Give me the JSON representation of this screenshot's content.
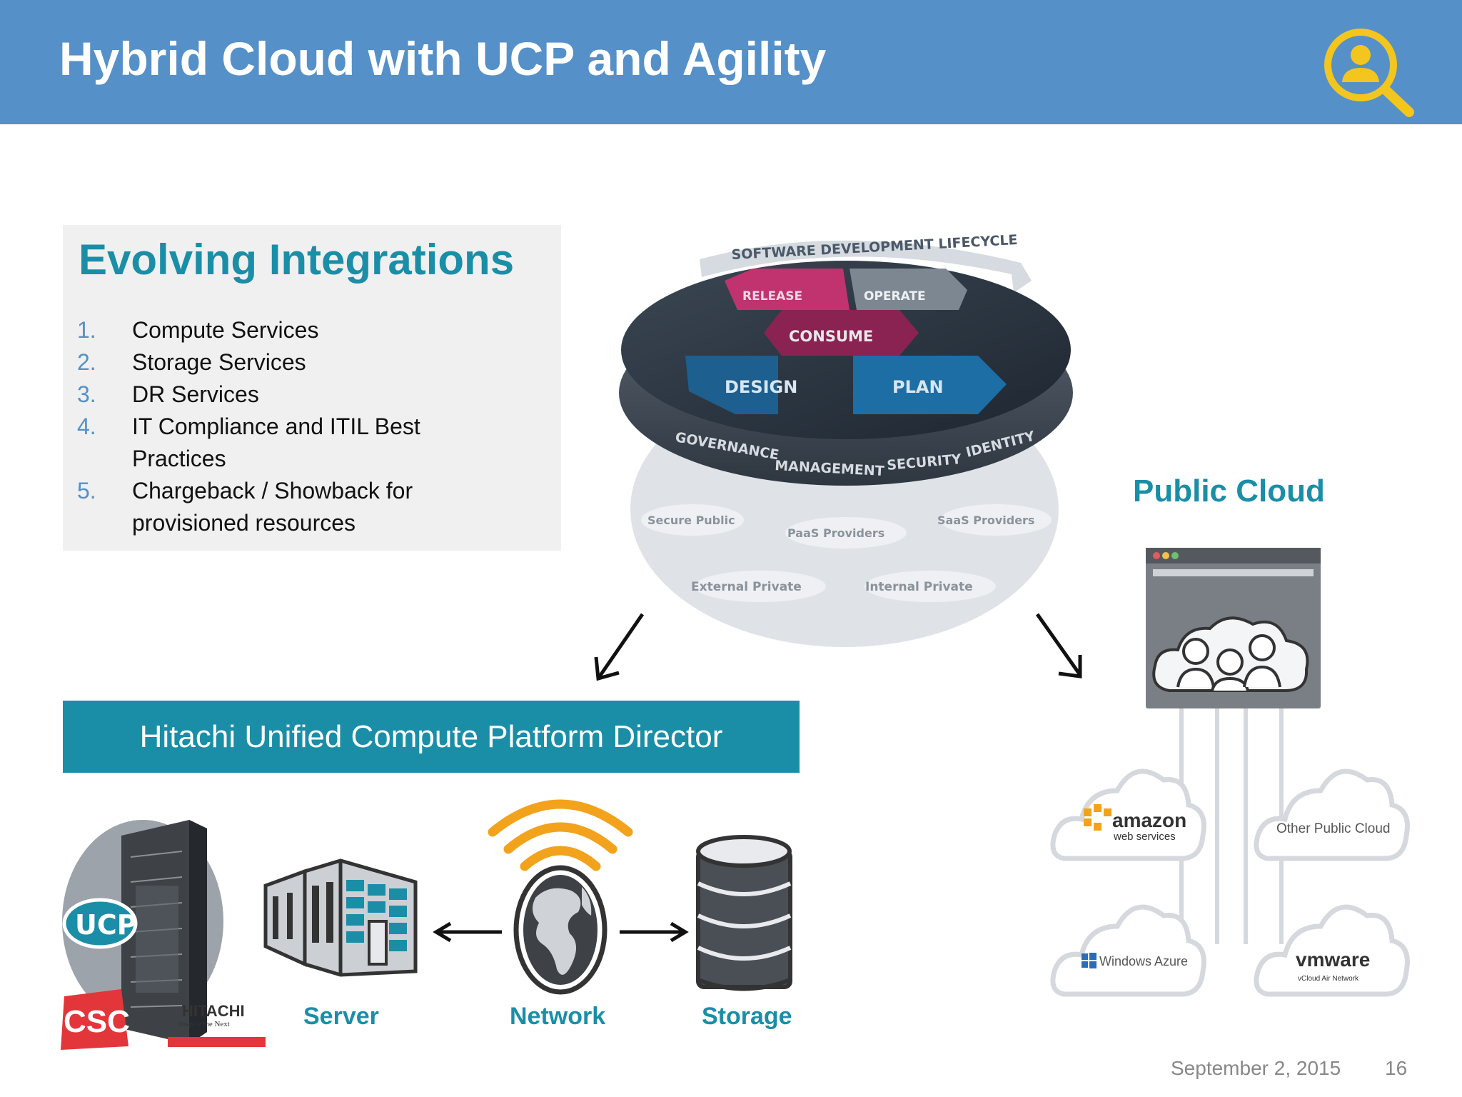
{
  "header": {
    "title": "Hybrid Cloud with UCP and Agility",
    "logo_icon": "magnifier-person-icon",
    "bg_color": "#5690c8",
    "logo_color": "#f3c51f"
  },
  "evolving": {
    "title": "Evolving Integrations",
    "items": [
      {
        "num": "1.",
        "text": "Compute Services"
      },
      {
        "num": "2.",
        "text": "Storage Services"
      },
      {
        "num": "3.",
        "text": "DR Services"
      },
      {
        "num": "4.",
        "text": "IT Compliance and ITIL Best Practices"
      },
      {
        "num": "5.",
        "text": "Chargeback / Showback for provisioned resources"
      }
    ]
  },
  "lifecycle": {
    "arc_label": "SOFTWARE DEVELOPMENT LIFECYCLE",
    "segments": {
      "release": "RELEASE",
      "operate": "OPERATE",
      "consume": "CONSUME",
      "design": "DESIGN",
      "plan": "PLAN"
    },
    "rim_labels": [
      "GOVERNANCE",
      "MANAGEMENT",
      "SECURITY",
      "IDENTITY"
    ],
    "clouds": {
      "secure_public": "Secure Public",
      "paas": "PaaS Providers",
      "saas": "SaaS Providers",
      "external_private": "External Private",
      "internal_private": "Internal Private"
    }
  },
  "public_cloud": {
    "title": "Public Cloud",
    "providers": {
      "amazon_main": "amazon",
      "amazon_sub": "web services",
      "other": "Other Public Cloud",
      "azure": "Windows Azure",
      "vmware": "vmware",
      "vmware_sub": "vCloud Air Network"
    }
  },
  "ucp_director": {
    "label": "Hitachi Unified Compute Platform Director"
  },
  "infrastructure": {
    "ucp_badge": "UCP",
    "csc_logo": "CSC",
    "hitachi_logo": "HITACHI",
    "hitachi_tagline": "Inspire the Next",
    "server_label": "Server",
    "network_label": "Network",
    "storage_label": "Storage"
  },
  "colors": {
    "teal": "#1b8ea7",
    "pink": "#c0336f",
    "blue": "#1d5f8e",
    "orange": "#f2a31b",
    "csc_red": "#e2363b"
  },
  "footer": {
    "date": "September 2, 2015",
    "page": "16"
  }
}
